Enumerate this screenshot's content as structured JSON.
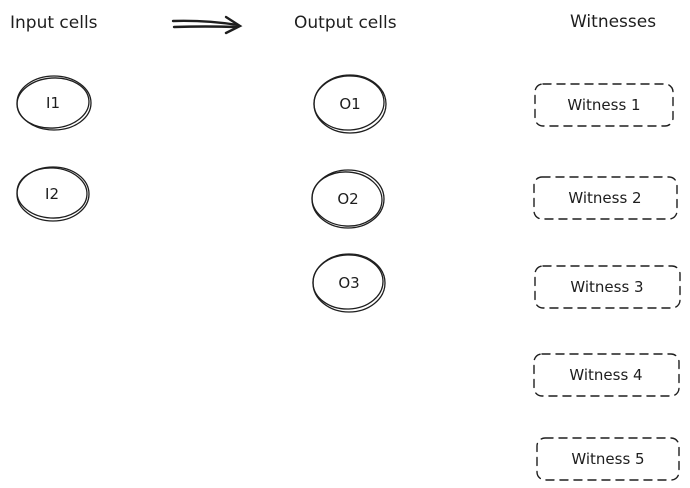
{
  "headers": {
    "inputs": "Input cells",
    "outputs": "Output cells",
    "witnesses": "Witnesses"
  },
  "input_cells": [
    "I1",
    "I2"
  ],
  "output_cells": [
    "O1",
    "O2",
    "O3"
  ],
  "witnesses": [
    "Witness 1",
    "Witness 2",
    "Witness 3",
    "Witness 4",
    "Witness 5"
  ],
  "colors": {
    "ink": "#1e1e1e",
    "background": "#ffffff"
  }
}
